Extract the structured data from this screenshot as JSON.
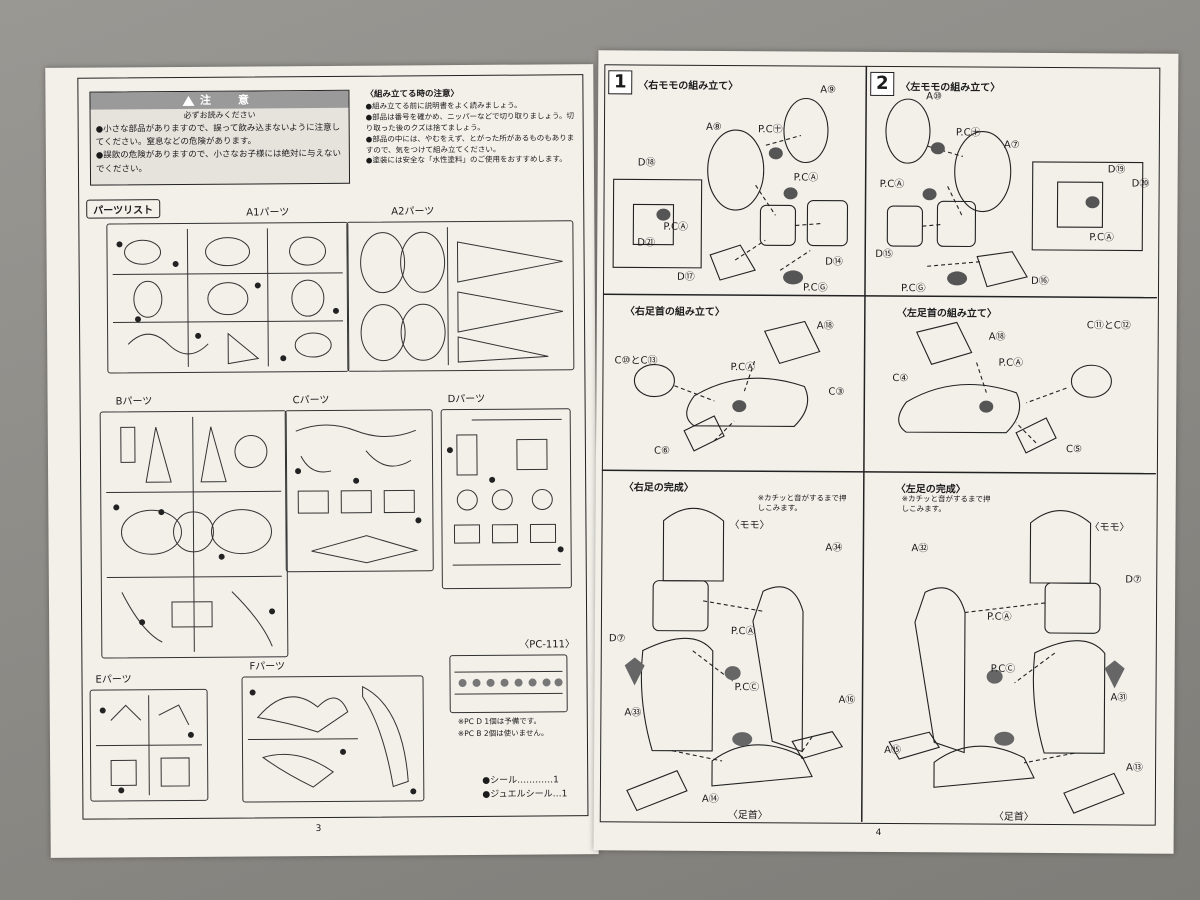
{
  "left_page": {
    "caution": {
      "heading": "注　意",
      "subheading": "必ずお読みください",
      "items": [
        "●小さな部品がありますので、誤って飲み込まないように注意してください。窒息などの危険があります。",
        "●誤飲の危険がありますので、小さなお子様には絶対に与えないでください。"
      ]
    },
    "assembly_notes": {
      "title": "〈組み立てる時の注意〉",
      "items": [
        "●組み立てる前に説明書をよく読みましょう。",
        "●部品は番号を確かめ、ニッパーなどで切り取りましょう。切り取った後のクズは捨てましょう。",
        "●部品の中には、やむをえず、とがった所があるものもありますので、気をつけて組み立てください。",
        "●塗装には安全な「水性塗料」のご使用をおすすめします。"
      ]
    },
    "parts_list_title": "パーツリスト",
    "runners": [
      {
        "label": "A1パーツ"
      },
      {
        "label": "A2パーツ"
      },
      {
        "label": "Bパーツ"
      },
      {
        "label": "Cパーツ"
      },
      {
        "label": "Dパーツ"
      },
      {
        "label": "Eパーツ"
      },
      {
        "label": "Fパーツ"
      }
    ],
    "pc_runner": {
      "label": "〈PC-111〉",
      "notes": [
        "※PC D 1個は予備です。",
        "※PC B 2個は使いません。"
      ]
    },
    "stickers": [
      "●シール…………1",
      "●ジュエルシール…1"
    ],
    "page_number": "3"
  },
  "right_page": {
    "steps": [
      {
        "number": "1",
        "title": "〈右モモの組み立て〉",
        "labels": [
          "A⑨",
          "P.C㊉",
          "A⑧",
          "D⑱",
          "P.CⒶ",
          "P.CⒶ",
          "D㉑",
          "D⑭",
          "D⑰",
          "P.CⒼ"
        ]
      },
      {
        "number": "2",
        "title": "〈左モモの組み立て〉",
        "labels": [
          "A⑩",
          "P.C㊉",
          "A⑦",
          "P.CⒶ",
          "D⑲",
          "D⑳",
          "P.CⒶ",
          "D⑮",
          "P.CⒼ",
          "D⑯"
        ]
      }
    ],
    "right_ankle": {
      "title": "〈右足首の組み立て〉",
      "labels": [
        "A⑱",
        "C⑩とC⑬",
        "P.CⒶ",
        "C③",
        "C⑥"
      ]
    },
    "left_ankle": {
      "title": "〈左足首の組み立て〉",
      "labels": [
        "A⑱",
        "C⑪とC⑫",
        "P.CⒶ",
        "C④",
        "C⑤"
      ]
    },
    "right_leg": {
      "title": "〈右足の完成〉",
      "note": "※カチッと音がするまで押しこみます。",
      "labels": [
        "〈モモ〉",
        "A㉞",
        "D⑦",
        "P.CⒶ",
        "P.CⒸ",
        "A⑯",
        "A㉝",
        "A⑭",
        "〈足首〉"
      ]
    },
    "left_leg": {
      "title": "〈左足の完成〉",
      "note": "※カチッと音がするまで押しこみます。",
      "labels": [
        "〈モモ〉",
        "A㉜",
        "D⑦",
        "P.CⒶ",
        "P.CⒸ",
        "A㉛",
        "A⑮",
        "A⑬",
        "〈足首〉"
      ]
    },
    "page_number": "4"
  },
  "colors": {
    "paper": "#f3f0ea",
    "ink": "#1b1b1b",
    "table": "#8d8b86",
    "warn_header": "#9a9a9a"
  }
}
